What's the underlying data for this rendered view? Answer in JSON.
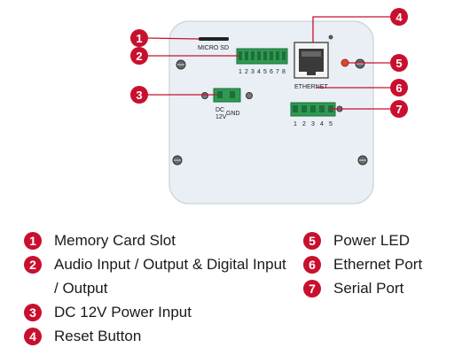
{
  "callouts": [
    {
      "number": "1",
      "label": "Memory Card Slot"
    },
    {
      "number": "2",
      "label": "Audio Input / Output & Digital Input / Output"
    },
    {
      "number": "3",
      "label": "DC 12V Power Input"
    },
    {
      "number": "4",
      "label": "Reset Button"
    },
    {
      "number": "5",
      "label": "Power LED"
    },
    {
      "number": "6",
      "label": "Ethernet Port"
    },
    {
      "number": "7",
      "label": "Serial Port"
    }
  ],
  "panel_labels": {
    "micro_sd": "MICRO SD",
    "ethernet": "ETHERNET",
    "dc": "DC",
    "dc_voltage": "12V",
    "gnd": "GND",
    "audio_pins": [
      "1",
      "2",
      "3",
      "4",
      "5",
      "6",
      "7",
      "8"
    ],
    "serial_pins": [
      "1",
      "2",
      "3",
      "4",
      "5"
    ]
  },
  "colors": {
    "accent": "#c8102e",
    "panel": "#e9eff5",
    "terminal": "#2e9a52"
  }
}
